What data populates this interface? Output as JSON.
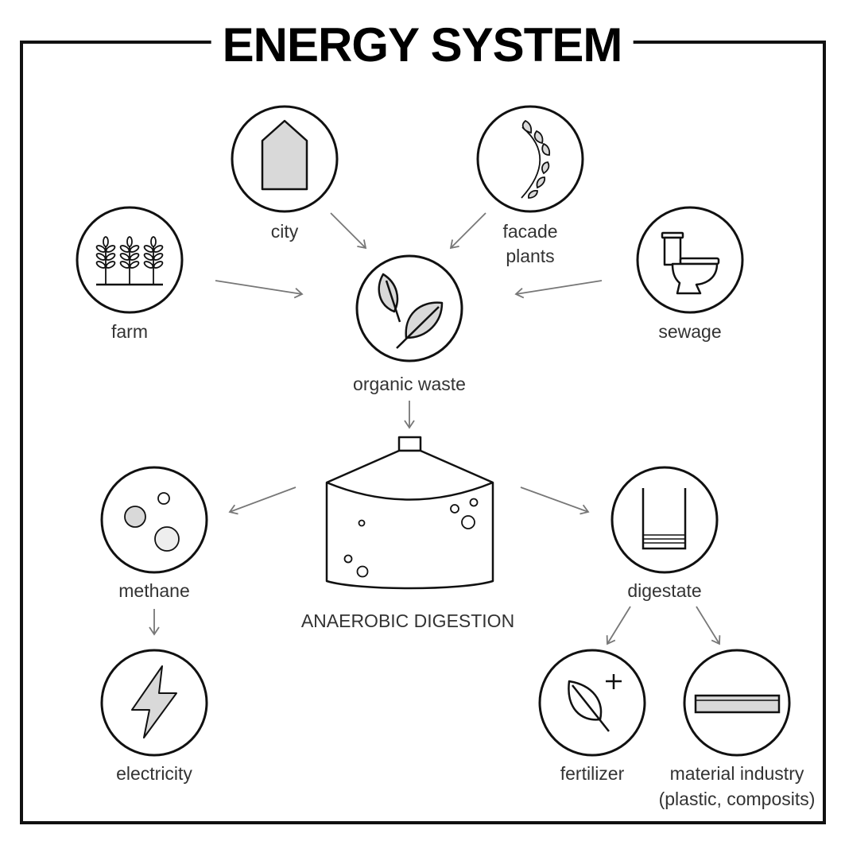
{
  "title": "ENERGY SYSTEM",
  "nodes": {
    "city": "city",
    "facade_line1": "facade",
    "facade_line2": "plants",
    "farm": "farm",
    "sewage": "sewage",
    "organic_waste": "organic waste",
    "anaerobic_digestion": "ANAEROBIC DIGESTION",
    "methane": "methane",
    "digestate": "digestate",
    "electricity": "electricity",
    "fertilizer": "fertilizer",
    "material_line1": "material industry",
    "material_line2": "(plastic, composits)"
  },
  "colors": {
    "stroke": "#111111",
    "fill_gray": "#d9d9d9",
    "arrow": "#777777",
    "text": "#333333"
  },
  "icons": {
    "city": "house-icon",
    "facade_plants": "vine-icon",
    "farm": "wheat-icon",
    "sewage": "toilet-icon",
    "organic_waste": "leaves-icon",
    "anaerobic_digestion": "digester-tank-icon",
    "methane": "bubbles-icon",
    "digestate": "container-icon",
    "electricity": "lightning-icon",
    "fertilizer": "leaf-plus-icon",
    "material_industry": "panel-icon"
  }
}
